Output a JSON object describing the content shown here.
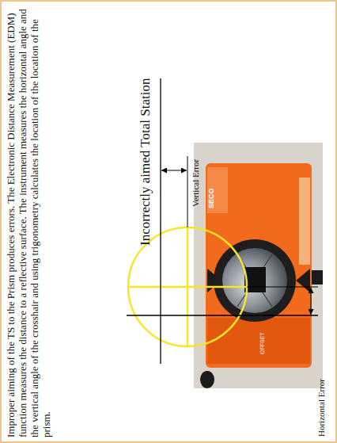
{
  "diagram": {
    "title": "Incorrectly aimed Total Station",
    "caption": "Improper aiming of the TS to the Prism produces errors. The Electronic Distance Measurement (EDM) function measures the distance to a reflective surface. The instrument measures the horizontal angle and the vertical angle of the crosshair and using trigonometry calculates the location of the location of the prism.",
    "labels": [
      "Vertical Error",
      "Horizontal Error",
      "SECO",
      "OFFSET"
    ]
  }
}
